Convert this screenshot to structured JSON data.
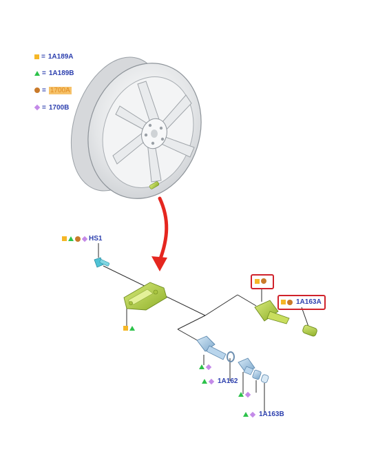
{
  "colors": {
    "square": "#f5b727",
    "triangle": "#2cc24a",
    "circle": "#c97a2a",
    "diamond": "#c48ae8",
    "label": "#2c3fae",
    "highlight": "#f6c26a",
    "callout": "#d0212a",
    "arrow": "#e5261f",
    "sensor": "#b7d34a",
    "valve_blue": "#9cc3e2",
    "valve_cyan": "#4fc3d6"
  },
  "legend": [
    {
      "symbol": "square",
      "code": "1A189A"
    },
    {
      "symbol": "triangle",
      "code": "1A189B"
    },
    {
      "symbol": "circle",
      "code": "1700A"
    },
    {
      "symbol": "diamond",
      "code": "1700B"
    }
  ],
  "equals_sign": "=",
  "parts": {
    "hs1": "HS1",
    "a1a163a": "1A163A",
    "a1a162": "1A162",
    "a1a163b": "1A163B"
  },
  "icons": [
    "wheel-rim-icon",
    "red-arrow-icon",
    "tpms-sensor-icon",
    "valve-stem-icon",
    "torx-screw-icon",
    "valve-cap-icon",
    "seal-ring-icon"
  ]
}
